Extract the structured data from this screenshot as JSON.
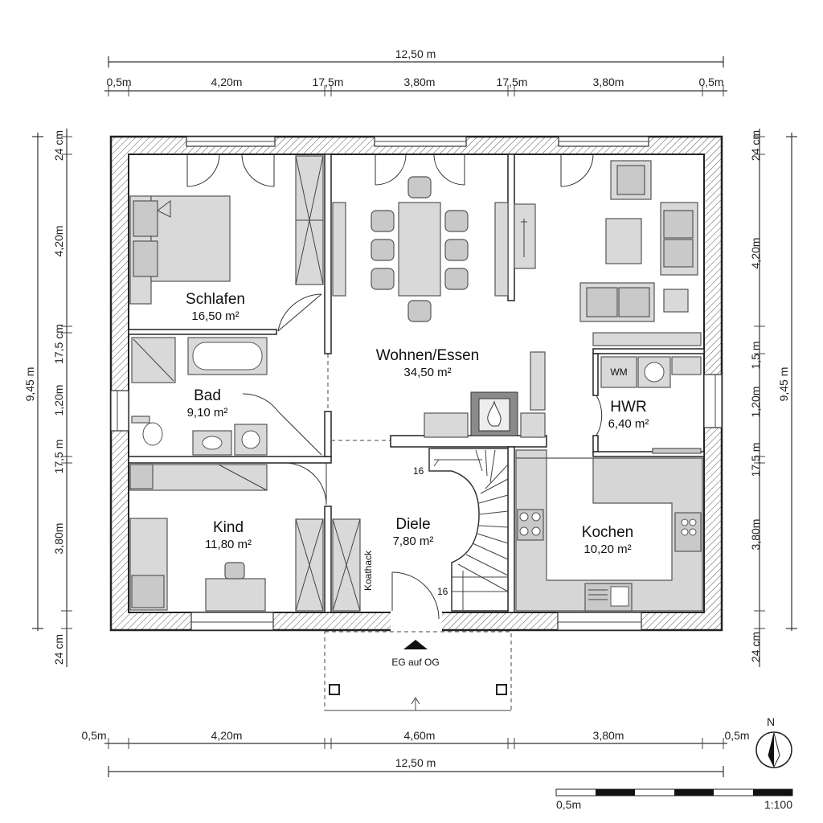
{
  "dimensions": {
    "top_total": "12,50 m",
    "top_segments": [
      "0,5m",
      "4,20m",
      "17,5m",
      "3,80m",
      "17,5m",
      "3,80m",
      "0,5m"
    ],
    "bottom_total": "12,50 m",
    "bottom_segments": [
      "0,5m",
      "4,20m",
      "4,60m",
      "3,80m",
      "0,5m"
    ],
    "left_total": "9,45 m",
    "left_segments": [
      "24 cm",
      "4,20m",
      "17,5 cm",
      "1,20m",
      "17,5 m",
      "3,80m",
      "24 cm"
    ],
    "right_total": "9,45 m",
    "right_segments": [
      "24 cm",
      "4,20m",
      "1,5 m",
      "1,20m",
      "17,5 m",
      "3,80m",
      "24 cm"
    ]
  },
  "rooms": {
    "schlafen": {
      "name": "Schlafen",
      "area": "16,50 m²"
    },
    "bad": {
      "name": "Bad",
      "area": "9,10 m²"
    },
    "kind": {
      "name": "Kind",
      "area": "11,80 m²"
    },
    "wohnen": {
      "name": "Wohnen/Essen",
      "area": "34,50 m²"
    },
    "hwr": {
      "name": "HWR",
      "area": "6,40 m²"
    },
    "diele": {
      "name": "Diele",
      "area": "7,80 m²"
    },
    "kochen": {
      "name": "Kochen",
      "area": "10,20 m²"
    }
  },
  "labels": {
    "stair_top": "16",
    "stair_bottom": "16",
    "wm": "WM",
    "wardrobe": "Koathack",
    "entrance": "EG auf OG",
    "north": "N",
    "scale_left": "0,5m",
    "scale_right": "1:100"
  }
}
